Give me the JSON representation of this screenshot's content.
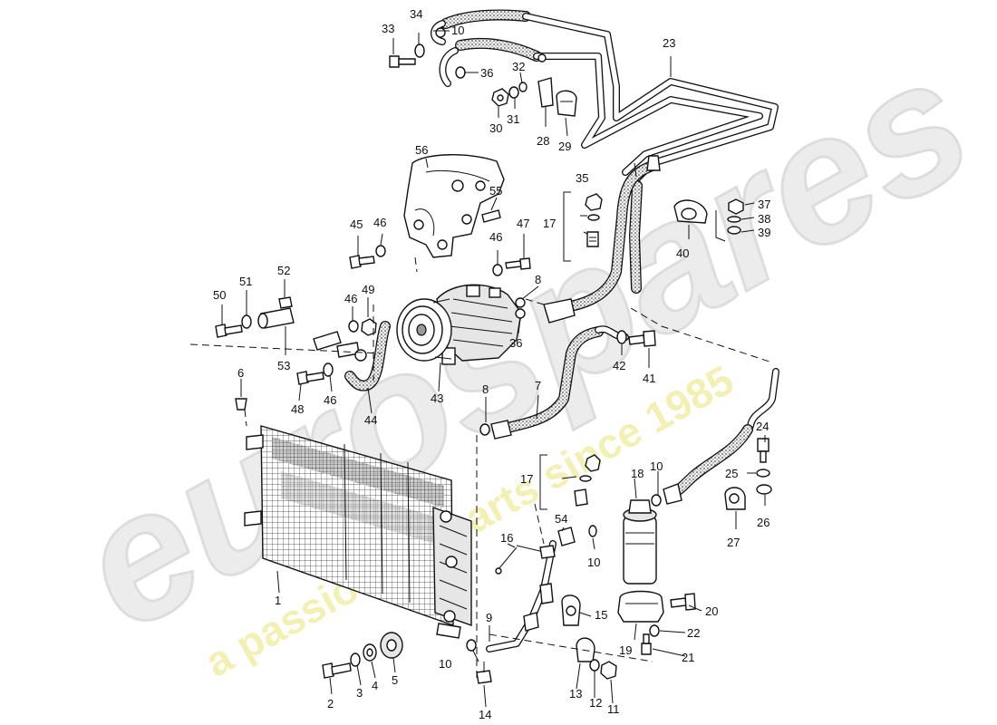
{
  "watermark": {
    "brand": "eurospares",
    "tagline": "a passion for parts since 1985"
  },
  "labels": [
    {
      "id": "33",
      "text": "33"
    },
    {
      "id": "34",
      "text": "34"
    },
    {
      "id": "10a",
      "text": "10"
    },
    {
      "id": "36a",
      "text": "36"
    },
    {
      "id": "32",
      "text": "32"
    },
    {
      "id": "30",
      "text": "30"
    },
    {
      "id": "31",
      "text": "31"
    },
    {
      "id": "28",
      "text": "28"
    },
    {
      "id": "29",
      "text": "29"
    },
    {
      "id": "23",
      "text": "23"
    },
    {
      "id": "35",
      "text": "35"
    },
    {
      "id": "56",
      "text": "56"
    },
    {
      "id": "55",
      "text": "55"
    },
    {
      "id": "17a",
      "text": "17"
    },
    {
      "id": "37",
      "text": "37"
    },
    {
      "id": "38",
      "text": "38"
    },
    {
      "id": "39",
      "text": "39"
    },
    {
      "id": "40",
      "text": "40"
    },
    {
      "id": "45",
      "text": "45"
    },
    {
      "id": "46a",
      "text": "46"
    },
    {
      "id": "47",
      "text": "47"
    },
    {
      "id": "46b",
      "text": "46"
    },
    {
      "id": "52",
      "text": "52"
    },
    {
      "id": "50",
      "text": "50"
    },
    {
      "id": "51",
      "text": "51"
    },
    {
      "id": "46c",
      "text": "46"
    },
    {
      "id": "49",
      "text": "49"
    },
    {
      "id": "8a",
      "text": "8"
    },
    {
      "id": "36b",
      "text": "36"
    },
    {
      "id": "53",
      "text": "53"
    },
    {
      "id": "42",
      "text": "42"
    },
    {
      "id": "41",
      "text": "41"
    },
    {
      "id": "6",
      "text": "6"
    },
    {
      "id": "48",
      "text": "48"
    },
    {
      "id": "46d",
      "text": "46"
    },
    {
      "id": "44",
      "text": "44"
    },
    {
      "id": "43",
      "text": "43"
    },
    {
      "id": "8b",
      "text": "8"
    },
    {
      "id": "7",
      "text": "7"
    },
    {
      "id": "24",
      "text": "24"
    },
    {
      "id": "25",
      "text": "25"
    },
    {
      "id": "26",
      "text": "26"
    },
    {
      "id": "27",
      "text": "27"
    },
    {
      "id": "18",
      "text": "18"
    },
    {
      "id": "10b",
      "text": "10"
    },
    {
      "id": "17b",
      "text": "17"
    },
    {
      "id": "54",
      "text": "54"
    },
    {
      "id": "16",
      "text": "16"
    },
    {
      "id": "10c",
      "text": "10"
    },
    {
      "id": "1",
      "text": "1"
    },
    {
      "id": "15",
      "text": "15"
    },
    {
      "id": "20",
      "text": "20"
    },
    {
      "id": "22",
      "text": "22"
    },
    {
      "id": "19",
      "text": "19"
    },
    {
      "id": "21",
      "text": "21"
    },
    {
      "id": "9",
      "text": "9"
    },
    {
      "id": "10d",
      "text": "10"
    },
    {
      "id": "2",
      "text": "2"
    },
    {
      "id": "3",
      "text": "3"
    },
    {
      "id": "4",
      "text": "4"
    },
    {
      "id": "5",
      "text": "5"
    },
    {
      "id": "13",
      "text": "13"
    },
    {
      "id": "12",
      "text": "12"
    },
    {
      "id": "11",
      "text": "11"
    },
    {
      "id": "14",
      "text": "14"
    }
  ]
}
